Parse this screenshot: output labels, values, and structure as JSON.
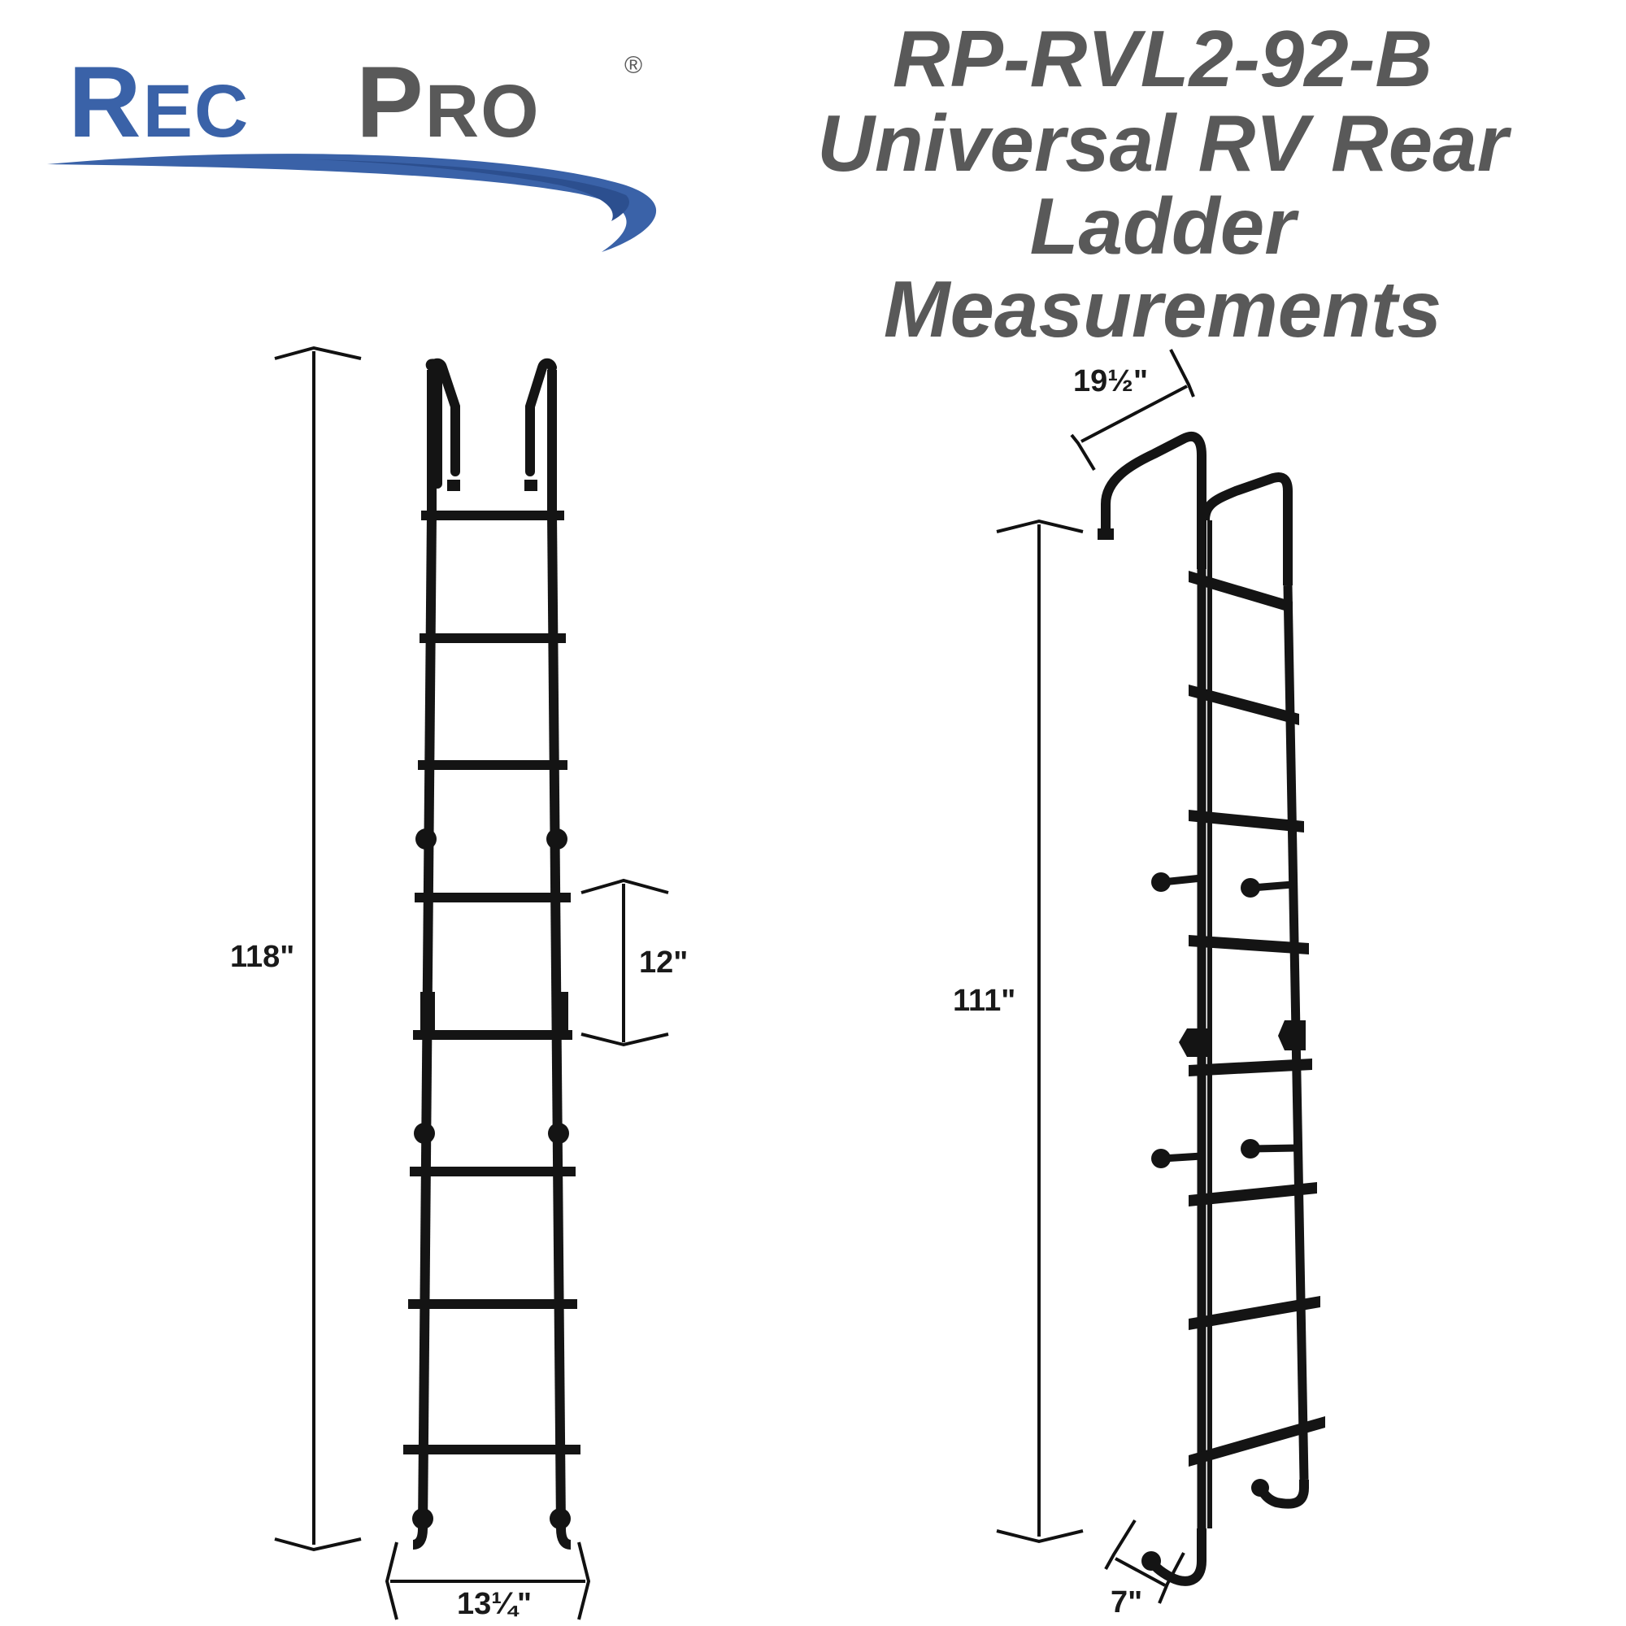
{
  "logo": {
    "part1_initial": "R",
    "part1_rest": "EC",
    "part2_initial": "P",
    "part2_rest": "RO",
    "registered": "®",
    "color_primary": "#3a62a8",
    "color_secondary": "#595959"
  },
  "title": {
    "line1": "RP-RVL2-92-B",
    "line2": "Universal RV Rear",
    "line3": "Ladder",
    "line4": "Measurements",
    "color": "#595959"
  },
  "front_view": {
    "height_label": "118\"",
    "rung_spacing_label": "12\"",
    "width_label": "13¼\""
  },
  "side_view": {
    "hook_reach_label": "19½\"",
    "height_label": "111\"",
    "standoff_label": "7\""
  }
}
